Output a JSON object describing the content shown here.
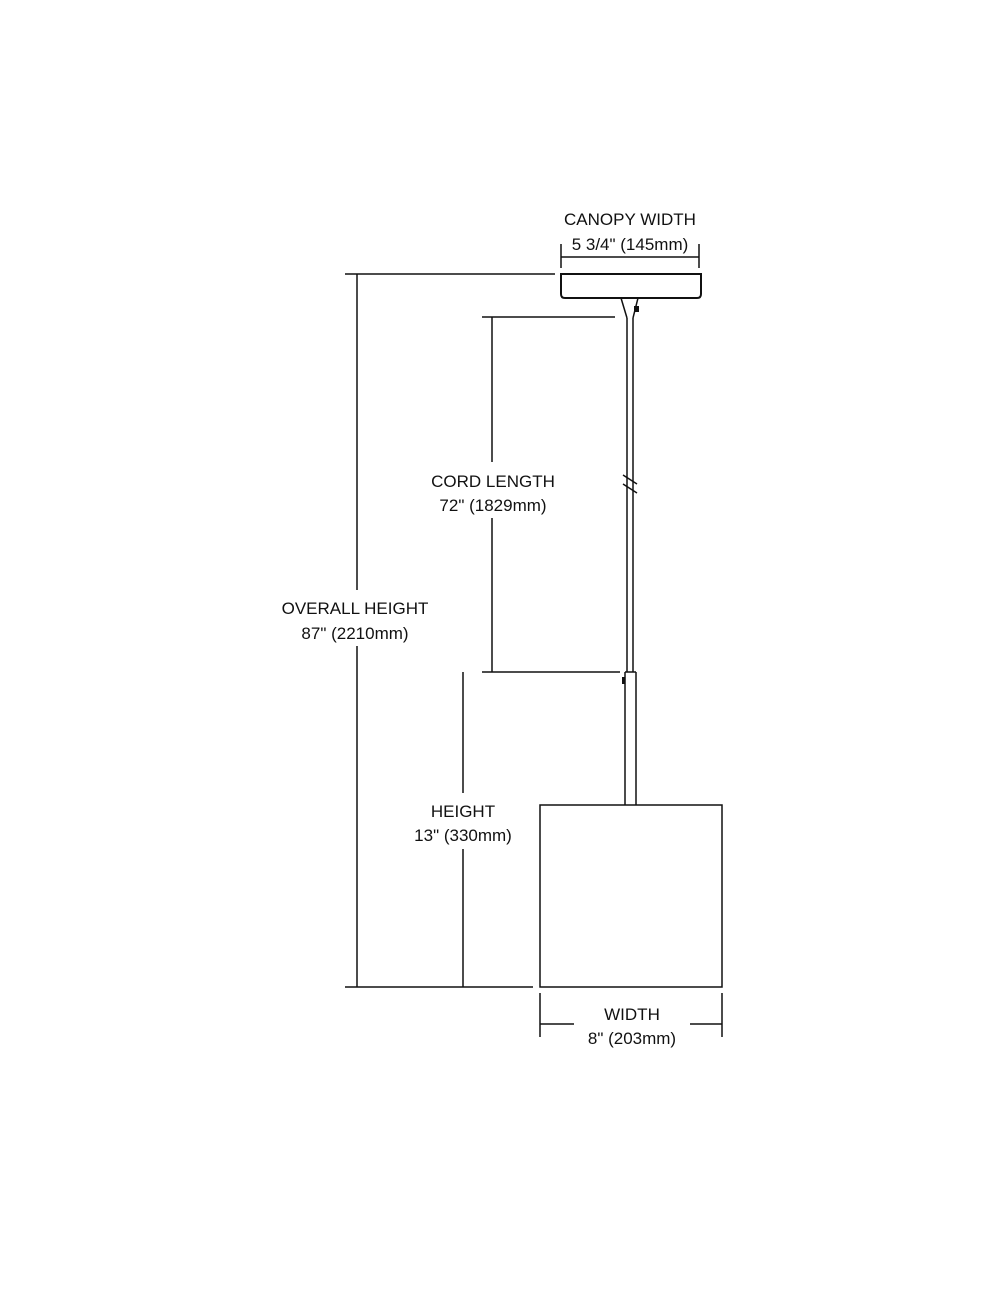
{
  "canopy": {
    "title": "CANOPY WIDTH",
    "value": "5 3/4\" (145mm)"
  },
  "cord": {
    "title": "CORD LENGTH",
    "value": "72\" (1829mm)"
  },
  "overall": {
    "title": "OVERALL HEIGHT",
    "value": "87\" (2210mm)"
  },
  "height": {
    "title": "HEIGHT",
    "value": "13\" (330mm)"
  },
  "width": {
    "title": "WIDTH",
    "value": "8\" (203mm)"
  }
}
